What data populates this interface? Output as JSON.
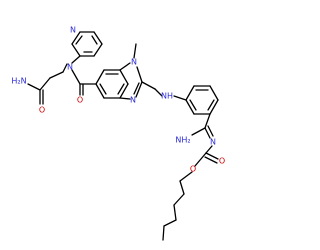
{
  "molecule": {
    "atom_labels": {
      "amide_nh2": "H₂N",
      "amide_o": "O",
      "amide_n": "N",
      "pyridine_n": "N",
      "carbonyl_o": "O",
      "ring_n_methyl": "N",
      "ring_n": "N",
      "amine_nh": "NH",
      "amidine_nh2": "NH₂",
      "amidine_n": "N",
      "carbamate_o": "O",
      "ester_o": "O"
    },
    "colors": {
      "nitrogen": "#2a2ad6",
      "oxygen": "#d10000",
      "bond": "#000000"
    }
  }
}
